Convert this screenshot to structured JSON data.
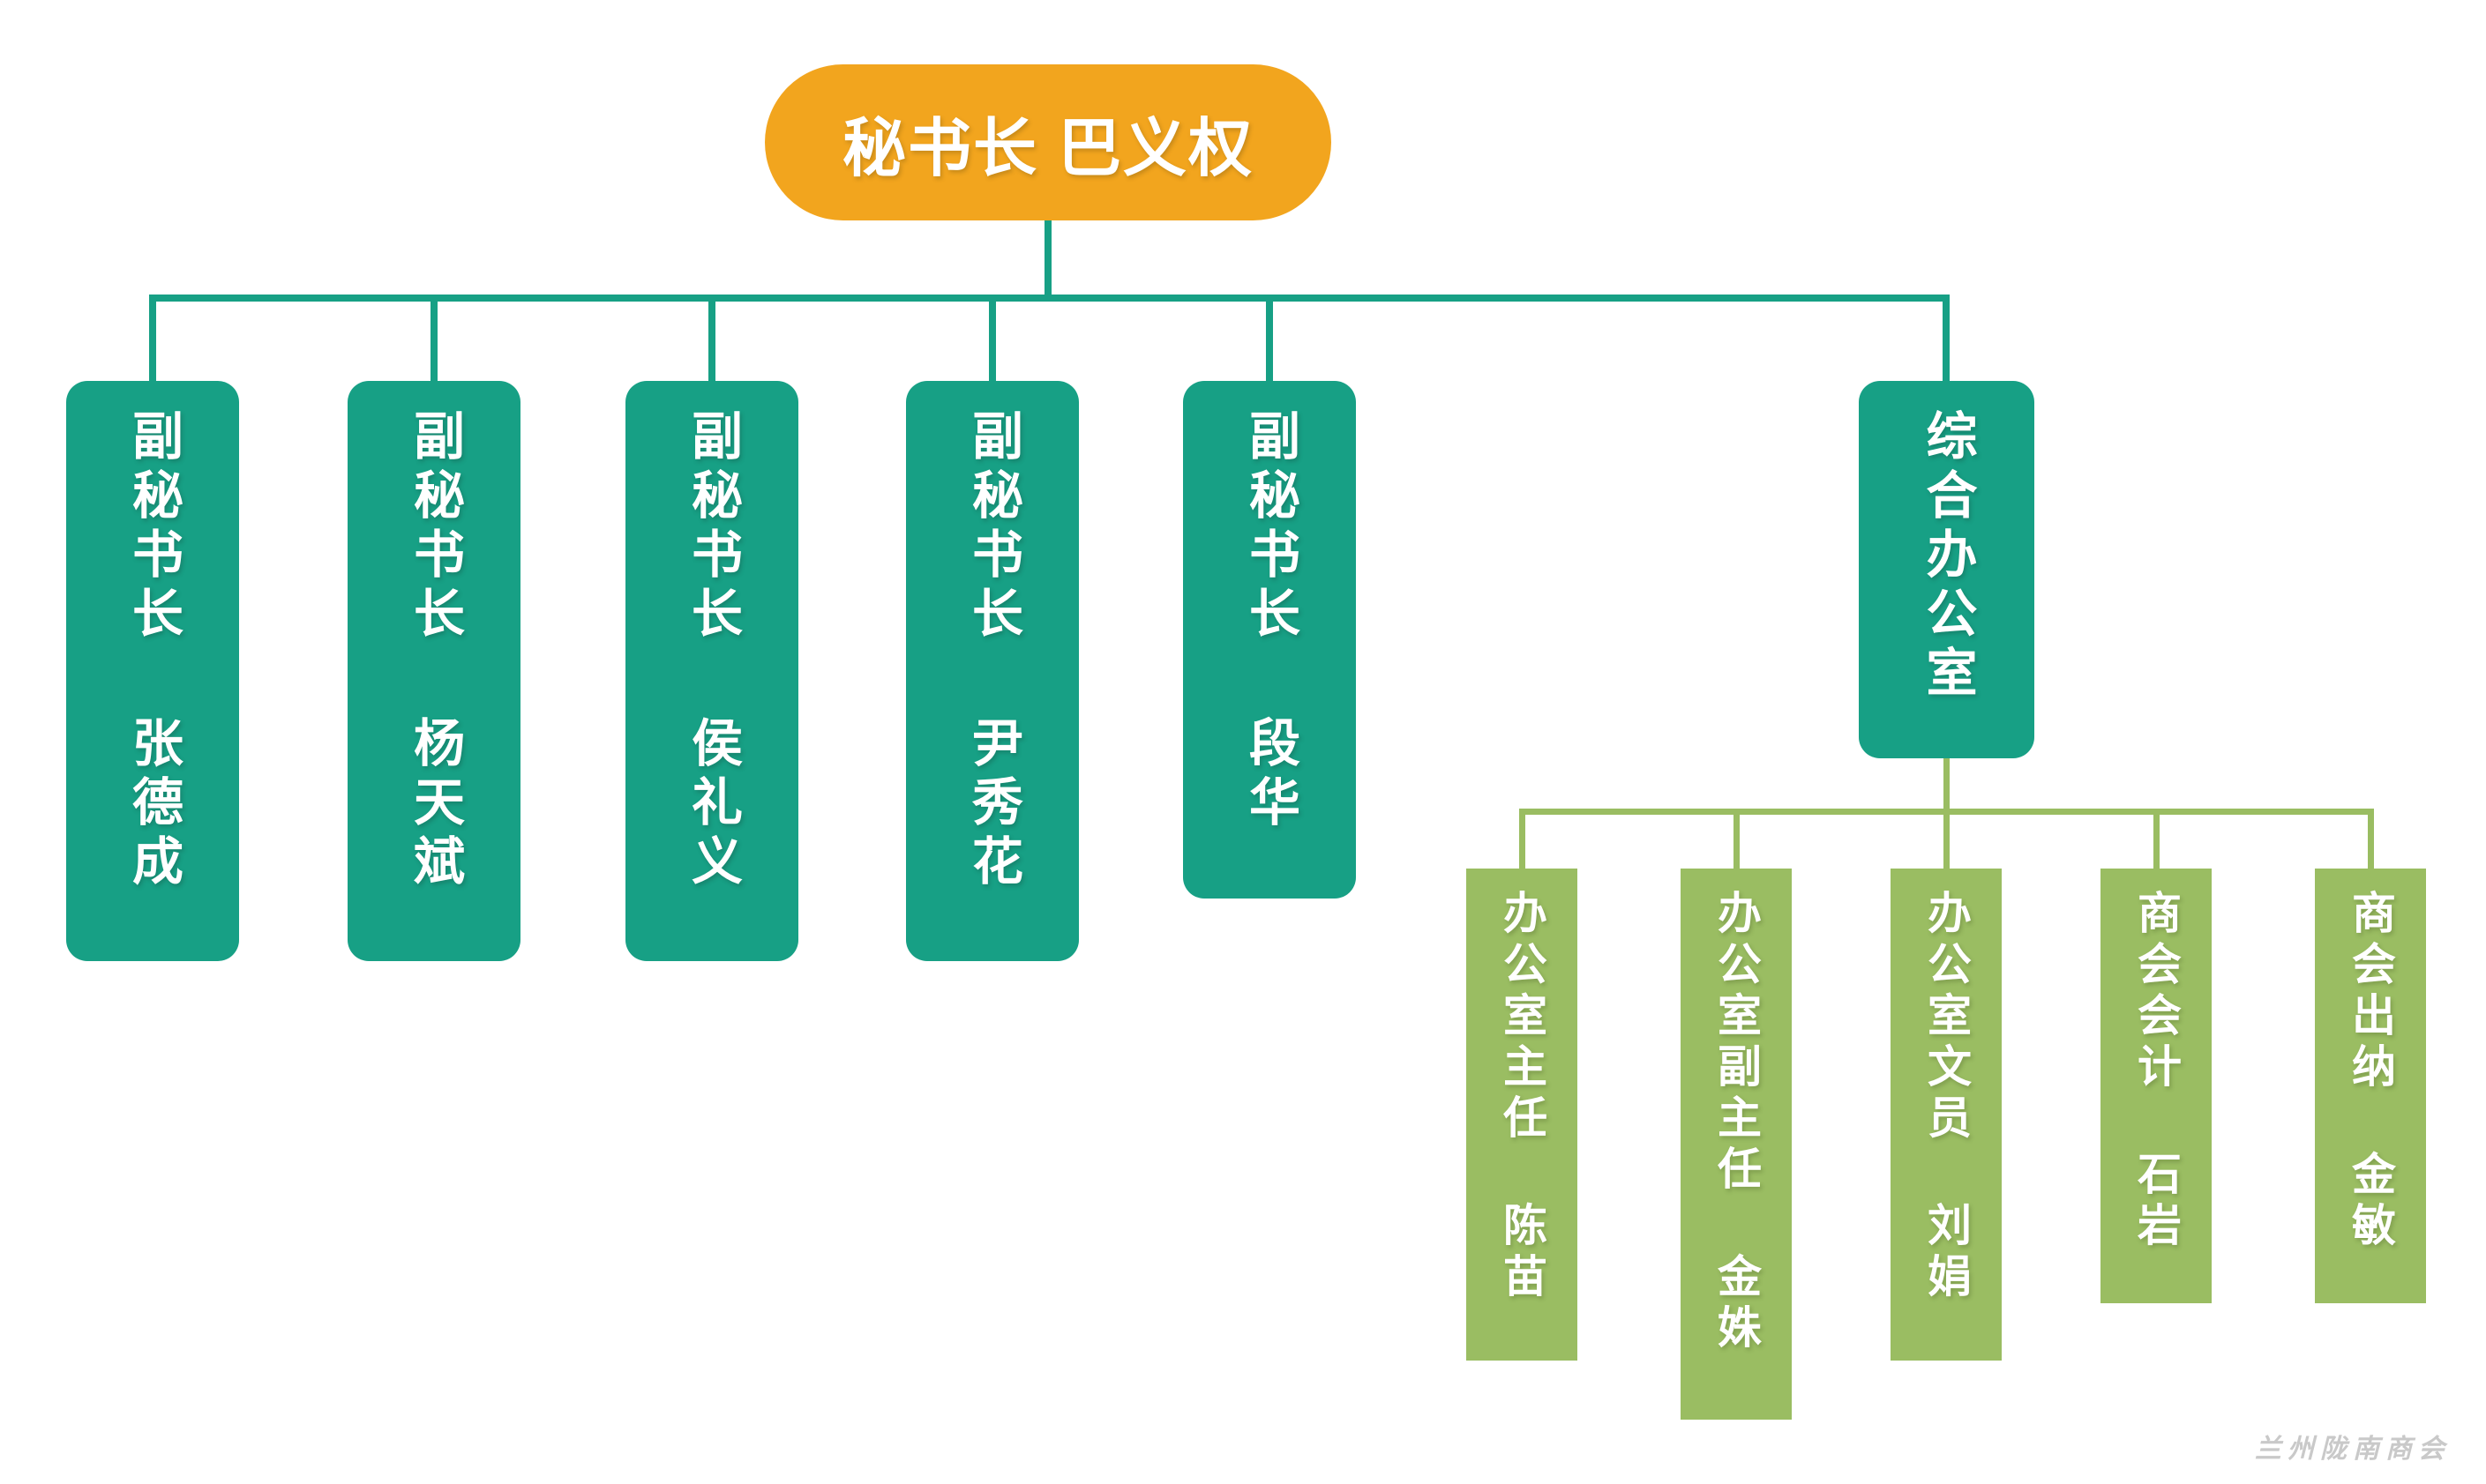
{
  "root": {
    "label": "秘书长 巴义权"
  },
  "deputies": [
    {
      "title": "副秘书长",
      "name": "张德成"
    },
    {
      "title": "副秘书长",
      "name": "杨天斌"
    },
    {
      "title": "副秘书长",
      "name": "侯礼义"
    },
    {
      "title": "副秘书长",
      "name": "尹秀花"
    },
    {
      "title": "副秘书长",
      "name": "段华"
    }
  ],
  "office": {
    "label": "综合办公室"
  },
  "staff": [
    {
      "title": "办公室主任",
      "name": "陈苗"
    },
    {
      "title": "办公室副主任",
      "name": "金姝"
    },
    {
      "title": "办公室文员",
      "name": "刘娟"
    },
    {
      "title": "商会会计",
      "name": "石岩"
    },
    {
      "title": "商会出纳",
      "name": "金敏"
    }
  ],
  "watermark": "兰州陇南商会",
  "colors": {
    "root_fill": "#F2A51E",
    "branch_fill": "#17A085",
    "leaf_fill": "#9ABD62",
    "text": "#FFFFFF",
    "watermark": "#C9C9C9"
  }
}
